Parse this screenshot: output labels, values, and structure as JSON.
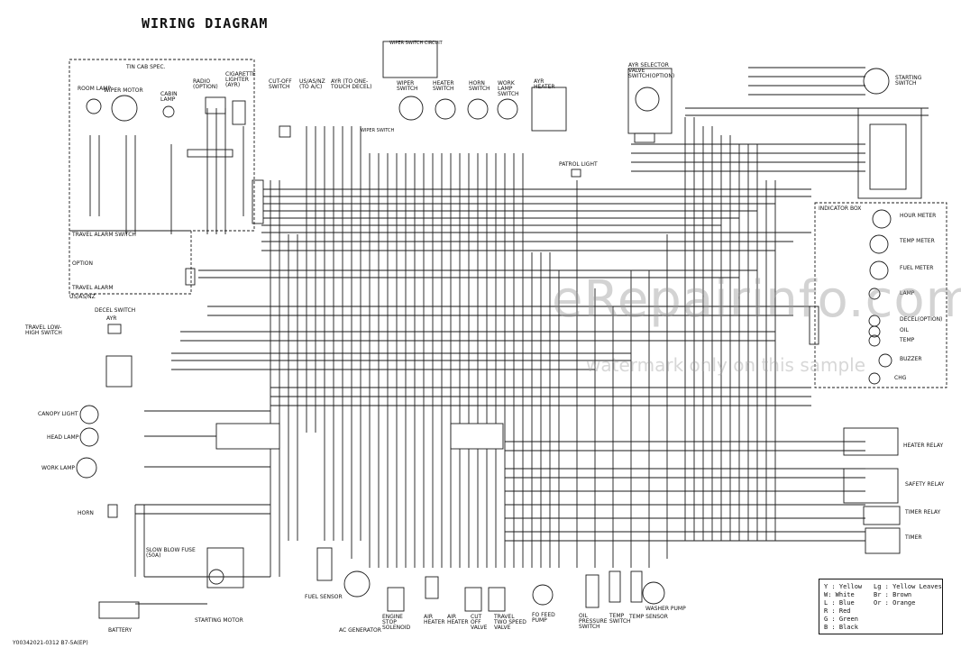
{
  "title": "WIRING DIAGRAM",
  "doc_id": "Y00342021-0312 B7-5A(EP)",
  "watermark": {
    "main": "eRepairinfo.com",
    "sub": "watermark only on this sample"
  },
  "groups": {
    "tin_cab": "TIN CAB SPEC.",
    "room_lamp": "ROOM LAMP",
    "wiper_motor": "WIPER MOTOR",
    "cabin_lamp": "CABIN LAMP",
    "radio": "RADIO (OPTION)",
    "cigarette": "CIGARETTE LIGHTER (AYR)",
    "cutoff_switch": "CUT-OFF SWITCH",
    "us_as_nz_ac": "US/AS/NZ (TO A/C)",
    "ayr_one_touch": "AYR (TO ONE-TOUCH DECEL)",
    "wiper_switch_circuit": "WIPER SWITCH CIRCUIT",
    "wiper_switch": "WIPER SWITCH",
    "heater_switch": "HEATER SWITCH",
    "horn_switch": "HORN SWITCH",
    "work_lamp_switch": "WORK LAMP SWITCH",
    "ayr_heater": "AYR HEATER",
    "ayr_selector": "AYR SELECTOR VALVE SWITCH(OPTION)",
    "starting_switch": "STARTING SWITCH",
    "wiper_switch_small": "WIPER SWITCH",
    "patrol_light": "PATROL LIGHT",
    "travel_alarm_switch": "TRAVEL ALARM SWITCH",
    "option": "OPTION",
    "travel_alarm": "TRAVEL ALARM",
    "us_as_nz": "US/AS/NZ",
    "decel_switch": "DECEL SWITCH",
    "ayr": "AYR",
    "travel_low_high": "TRAVEL LOW-HIGH SWITCH",
    "canopy_light": "CANOPY LIGHT",
    "head_lamp": "HEAD LAMP",
    "work_lamp": "WORK LAMP",
    "horn": "HORN",
    "slow_blow": "SLOW BLOW FUSE (50A)",
    "battery": "BATTERY",
    "starting_motor": "STARTING MOTOR",
    "ac_generator": "AC GENERATOR",
    "fuel_sensor": "FUEL SENSOR",
    "engine_stop": "ENGINE STOP SOLENOID",
    "air_heater1": "AIR HEATER",
    "air_heater2": "AIR HEATER",
    "cut_off_valve": "CUT OFF VALVE",
    "travel_two_speed": "TRAVEL TWO SPEED VALVE",
    "fo_feed_pump": "FO FEED PUMP",
    "oil_pressure": "OIL PRESSURE SWITCH",
    "temp_switch": "TEMP SWITCH",
    "temp_sensor": "TEMP SENSOR",
    "washer_pump": "WASHER PUMP",
    "indicator_box": "INDICATOR BOX",
    "hour_meter": "HOUR METER",
    "temp_meter": "TEMP METER",
    "fuel_meter": "FUEL METER",
    "lamp": "LAMP",
    "decel_option": "DECEL(OPTION)",
    "oil": "OIL",
    "temp": "TEMP",
    "buzzer": "BUZZER",
    "chg": "CHG",
    "heater_relay": "HEATER RELAY",
    "safety_relay": "SAFETY RELAY",
    "timer_relay": "TIMER RELAY",
    "timer": "TIMER"
  },
  "legend": [
    {
      "code": "Y",
      "color": "Yellow"
    },
    {
      "code": "W",
      "color": "White"
    },
    {
      "code": "L",
      "color": "Blue"
    },
    {
      "code": "R",
      "color": "Red"
    },
    {
      "code": "G",
      "color": "Green"
    },
    {
      "code": "B",
      "color": "Black"
    },
    {
      "code": "Lg",
      "color": "Yellow Leaves"
    },
    {
      "code": "Br",
      "color": "Brown"
    },
    {
      "code": "Or",
      "color": "Orange"
    }
  ],
  "legend_lines": {
    "y": "Y : Yellow",
    "w": "W: White",
    "l": "L : Blue",
    "r": "R : Red",
    "g": "G : Green",
    "b": "B : Black",
    "lg": "Lg : Yellow Leaves",
    "br": "Br : Brown",
    "or": "Or : Orange"
  }
}
